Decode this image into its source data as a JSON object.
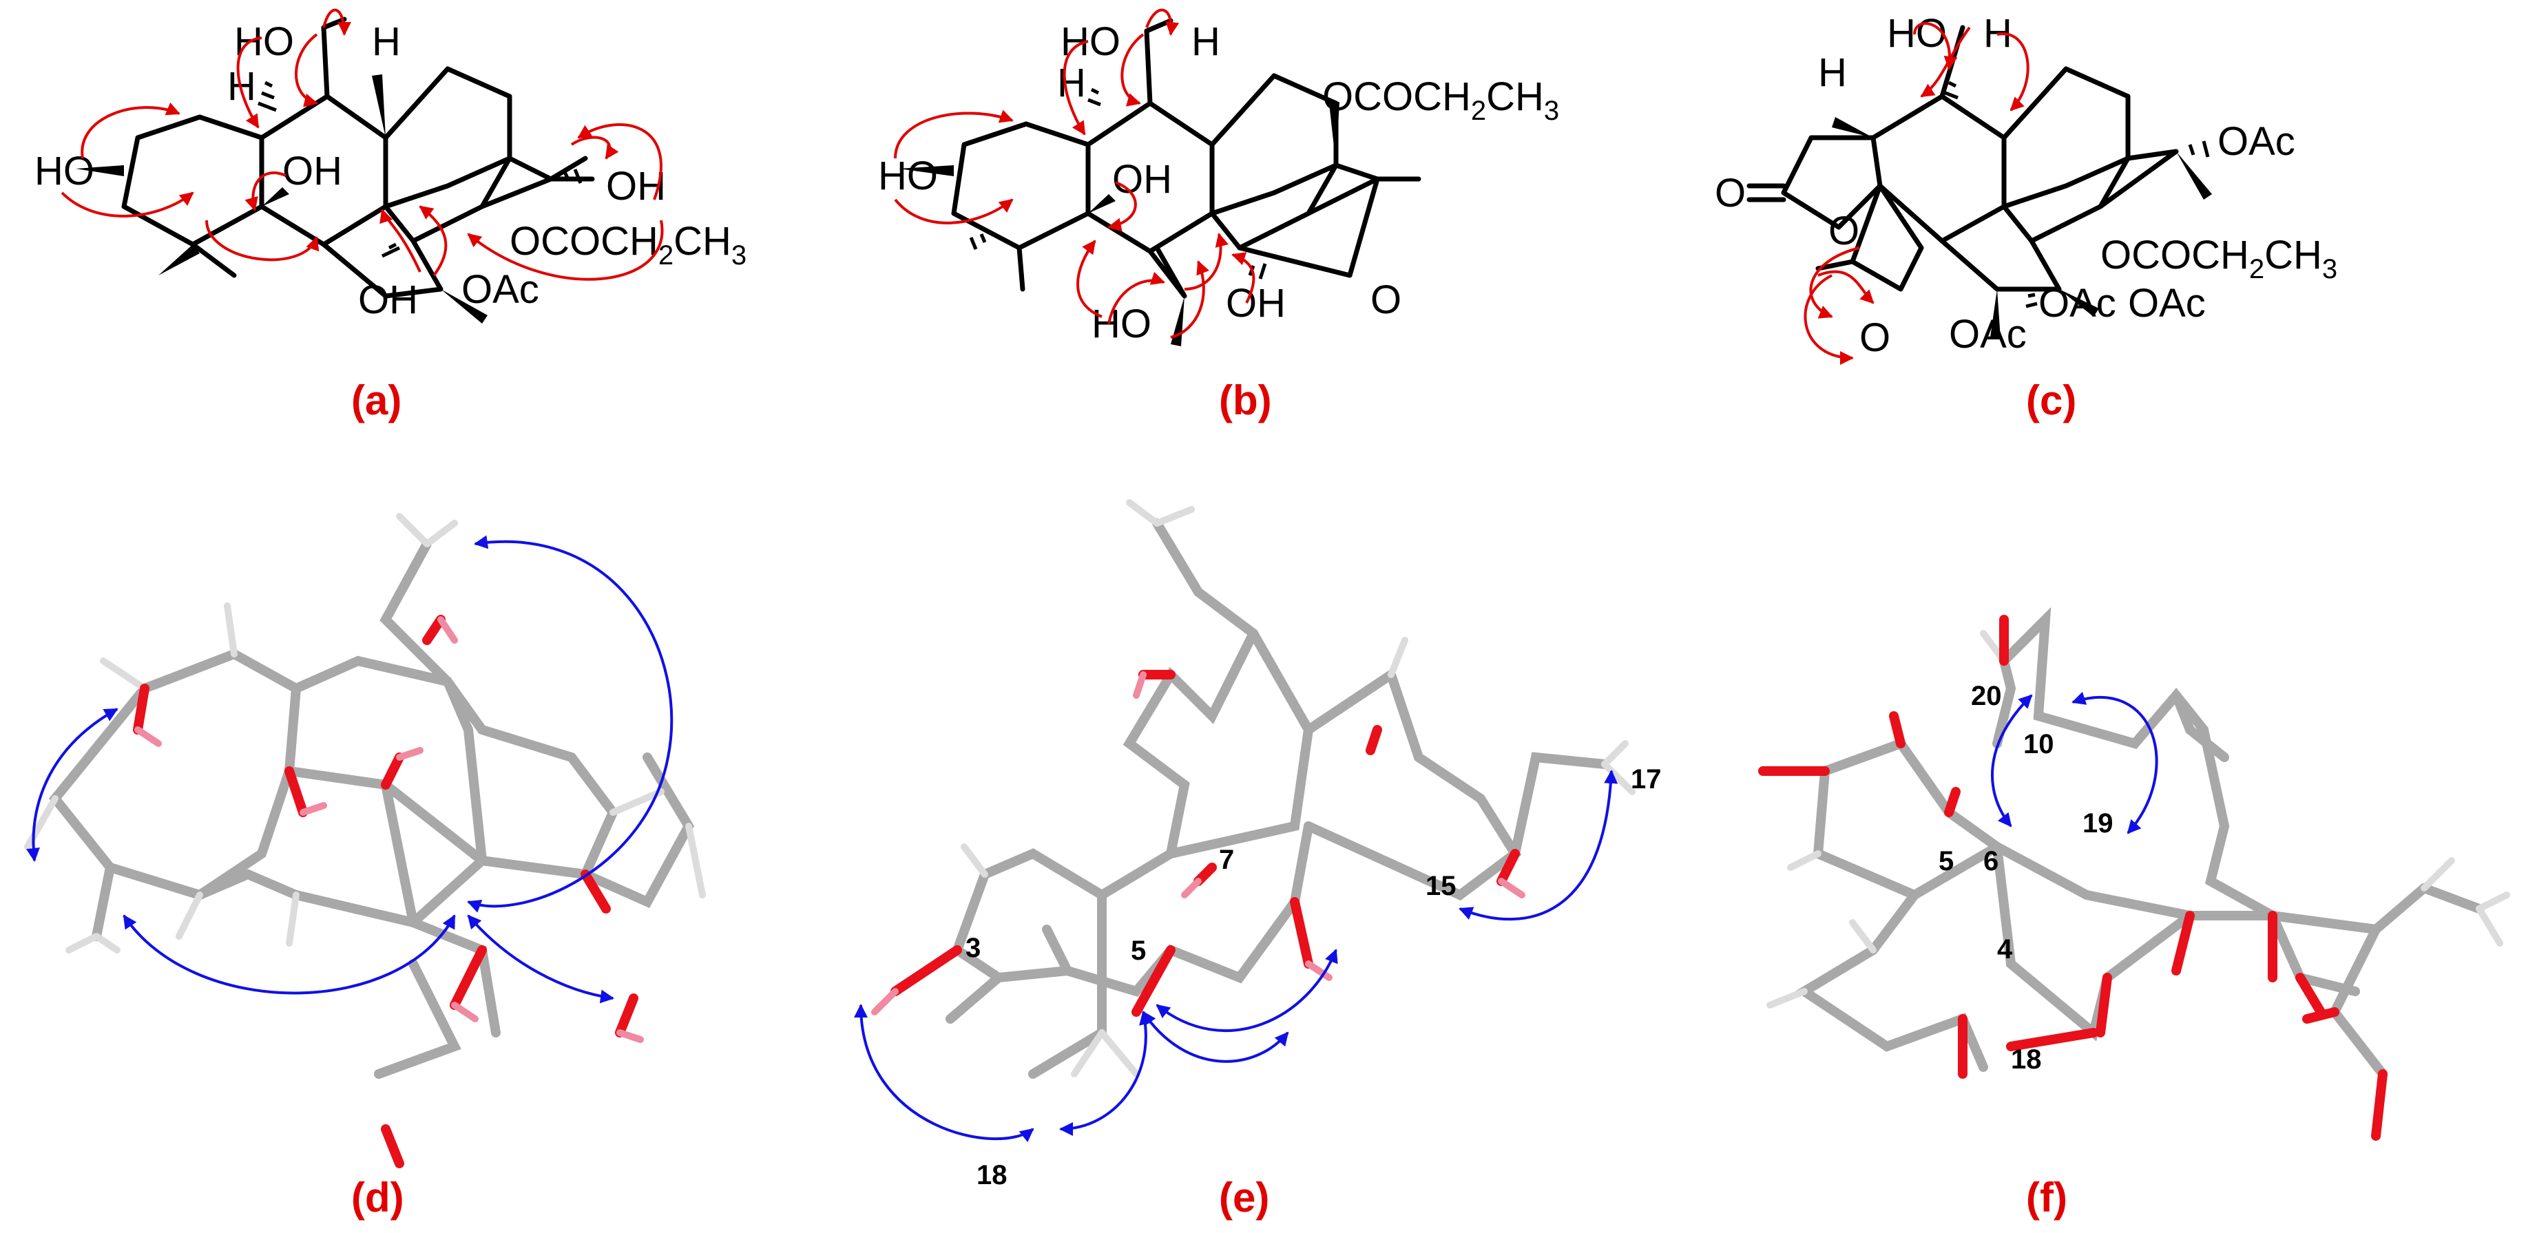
{
  "panels": {
    "a": {
      "label": "(a)",
      "atoms": {
        "ho_top": "HO",
        "h_top": "H",
        "h_left": "H",
        "ho_left": "HO",
        "oh_mid": "OH",
        "oh_right": "OH",
        "oh_bottom": "OH",
        "ester": "OCOCH",
        "ester_sub": "2",
        "ester_end": "CH",
        "ester_end_sub": "3",
        "oac": "OAc"
      }
    },
    "b": {
      "label": "(b)",
      "atoms": {
        "ho_top": "HO",
        "h_top": "H",
        "h_left": "H",
        "ester": "OCOCH",
        "ester_sub": "2",
        "ester_end": "CH",
        "ester_end_sub": "3",
        "ho_left": "HO",
        "oh_mid": "OH",
        "oh_bottom": "OH",
        "ho_bottom": "HO",
        "o_epox": "O"
      }
    },
    "c": {
      "label": "(c)",
      "atoms": {
        "ho_top": "HO",
        "h_top": "H",
        "h_left": "H",
        "oac_right": "OAc",
        "o_carbonyl": "O",
        "o_ring": "O",
        "ester": "OCOCH",
        "ester_sub": "2",
        "ester_end": "CH",
        "ester_end_sub": "3",
        "oac_1": "OAc",
        "oac_2": "OAc",
        "oac_3": "OAc",
        "o_epox": "O"
      }
    },
    "d": {
      "label": "(d)"
    },
    "e": {
      "label": "(e)",
      "numbers": [
        "3",
        "5",
        "7",
        "15",
        "17",
        "18"
      ]
    },
    "f": {
      "label": "(f)",
      "numbers": [
        "20",
        "10",
        "19",
        "5",
        "6",
        "4",
        "18"
      ]
    }
  },
  "legend_colors": {
    "hmbc_arrow": "#e00000",
    "roesy_arrow": "#1010e6",
    "carbon": "#a8a8a8",
    "oxygen": "#e8101a",
    "hydrogen": "#dcdcdc"
  }
}
